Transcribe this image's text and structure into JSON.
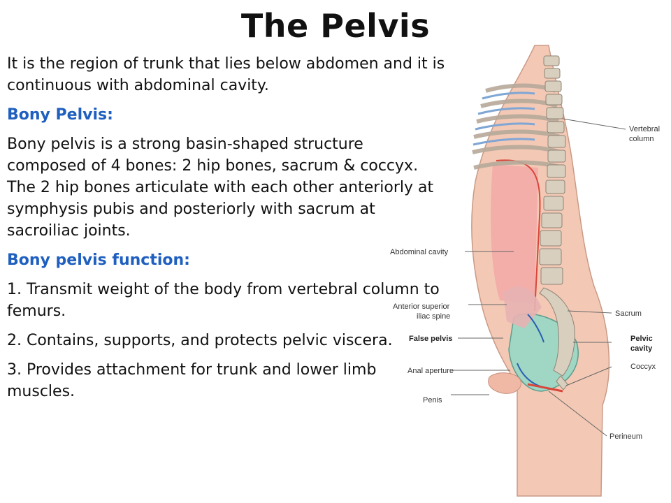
{
  "title": "The Pelvis",
  "paragraphs": {
    "intro": "It is the region of trunk that lies below abdomen and it is continuous with abdominal cavity.",
    "bony_pelvis_heading": "Bony Pelvis:",
    "bony_pelvis_text": "Bony pelvis is a strong basin-shaped structure composed of 4 bones: 2 hip bones, sacrum & coccyx. The 2 hip bones articulate with each other anteriorly at symphysis pubis and posteriorly with sacrum at sacroiliac joints.",
    "function_heading": "Bony pelvis function:",
    "function_1": "1. Transmit weight of the body from vertebral column to femurs.",
    "function_2": "2. Contains, supports, and protects pelvic viscera.",
    "function_3": "3. Provides attachment for trunk and lower limb muscles."
  },
  "figure": {
    "labels": {
      "vertebral_column_1": "Vertebral",
      "vertebral_column_2": "column",
      "abdominal_cavity": "Abdominal cavity",
      "anterior_superior_1": "Anterior superior",
      "anterior_superior_2": "iliac spine",
      "false_pelvis": "False pelvis",
      "anal_aperture": "Anal aperture",
      "penis": "Penis",
      "sacrum": "Sacrum",
      "pelvic_cavity_1": "Pelvic",
      "pelvic_cavity_2": "cavity",
      "coccyx": "Coccyx",
      "perineum": "Perineum"
    }
  },
  "colors": {
    "heading": "#1f5fbf",
    "skin": "#f3c9b5",
    "abdominal_cavity": "#f2a7a7",
    "pelvic_cavity": "#9fd6c4",
    "bone": "#d9cfbf"
  }
}
